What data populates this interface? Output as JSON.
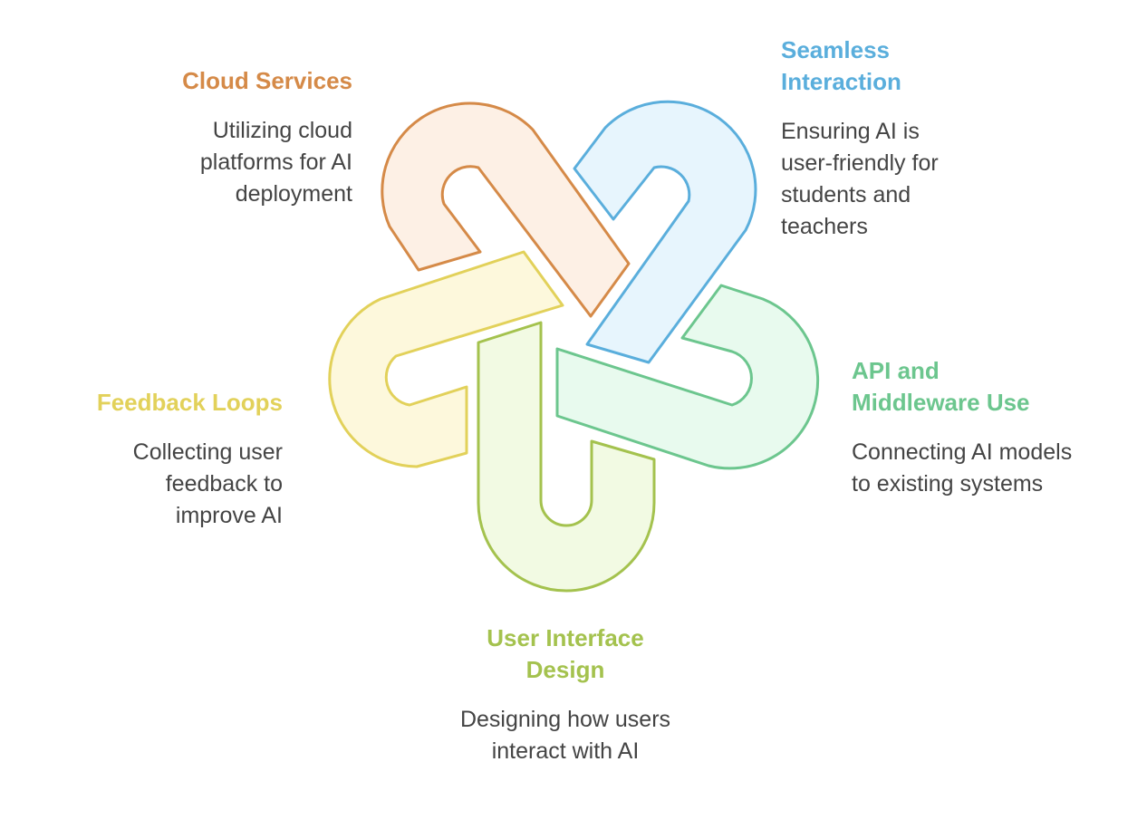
{
  "colors": {
    "cloud": {
      "stroke": "#D58A48",
      "fill": "#FDF0E5"
    },
    "seamless": {
      "stroke": "#5AAEDC",
      "fill": "#E7F5FD"
    },
    "api": {
      "stroke": "#6CC68E",
      "fill": "#E8FAEE"
    },
    "ui": {
      "stroke": "#A4C24E",
      "fill": "#F2FAE3"
    },
    "feedback": {
      "stroke": "#E2D15A",
      "fill": "#FDF8DC"
    }
  },
  "items": {
    "cloud": {
      "title": "Cloud Services",
      "description": "Utilizing cloud platforms for AI deployment"
    },
    "seamless": {
      "title": "Seamless Interaction",
      "description": "Ensuring AI is user-friendly for students and teachers"
    },
    "api": {
      "title": "API and Middleware Use",
      "description": "Connecting AI models to existing systems"
    },
    "ui": {
      "title": "User Interface Design",
      "description": "Designing how users interact with AI"
    },
    "feedback": {
      "title": "Feedback Loops",
      "description": "Collecting user feedback to improve AI"
    }
  }
}
